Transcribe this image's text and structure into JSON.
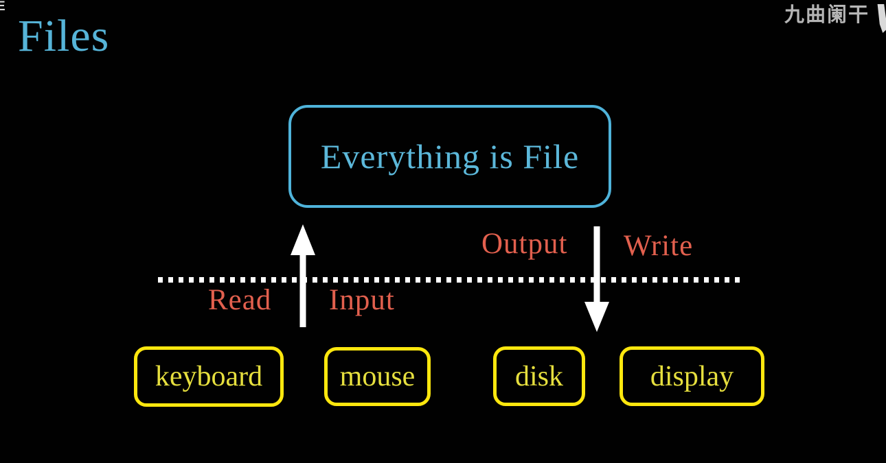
{
  "page": {
    "background_color": "#010101",
    "kind": "lecture-slide-diagram"
  },
  "title": {
    "text": "Files",
    "color": "#56b4d8"
  },
  "watermark": {
    "text": "九曲阑干",
    "color": "#b5b5b5",
    "corner_fragment": "E",
    "logo_icon": "partial-logo-shape"
  },
  "diagram": {
    "main_box": {
      "label": "Everything is File",
      "border_color": "#4fb3da",
      "text_color": "#5cb8da"
    },
    "divider": {
      "style": "dotted",
      "color": "#ffffff"
    },
    "arrows": [
      {
        "name": "read-input-arrow",
        "direction": "up",
        "color": "#ffffff"
      },
      {
        "name": "output-write-arrow",
        "direction": "down",
        "color": "#ffffff"
      }
    ],
    "labels": {
      "read": "Read",
      "input": "Input",
      "output": "Output",
      "write": "Write",
      "color": "#e2604e"
    },
    "devices": {
      "border_color": "#fde70e",
      "text_color": "#e6df3e",
      "items": [
        "keyboard",
        "mouse",
        "disk",
        "display"
      ]
    }
  }
}
